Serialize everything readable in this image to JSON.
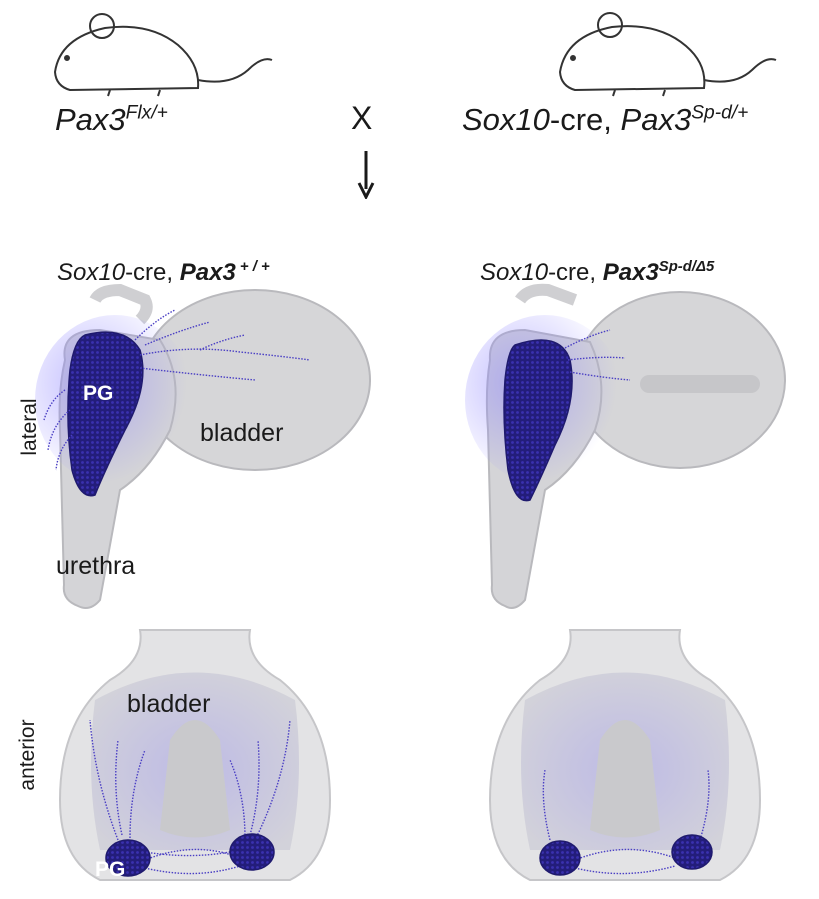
{
  "parent_left": {
    "gene": "Pax3",
    "allele": "Flx/+"
  },
  "parent_right": {
    "driver": "Sox10",
    "driver_suffix": "-cre, ",
    "gene": "Pax3",
    "allele": "Sp-d/+"
  },
  "cross_symbol": "X",
  "offspring_left": {
    "driver": "Sox10",
    "driver_suffix": "-cre, ",
    "gene": "Pax3",
    "allele": " + / +"
  },
  "offspring_right": {
    "driver": "Sox10",
    "driver_suffix": "-cre, ",
    "gene": "Pax3",
    "allele": "Sp-d/Δ5"
  },
  "view_labels": {
    "lateral": "lateral",
    "anterior": "anterior"
  },
  "tissue_labels": {
    "bladder_lateral": "bladder",
    "urethra": "urethra",
    "bladder_anterior": "bladder",
    "pg_lateral": "PG",
    "pg_anterior": "PG"
  },
  "colors": {
    "ganglion": "#1f1a6e",
    "nerve": "#4a3fc4",
    "organ": "#d6d6d8",
    "organ_outline": "#b9b9bd",
    "glow": "#8f86ff"
  }
}
